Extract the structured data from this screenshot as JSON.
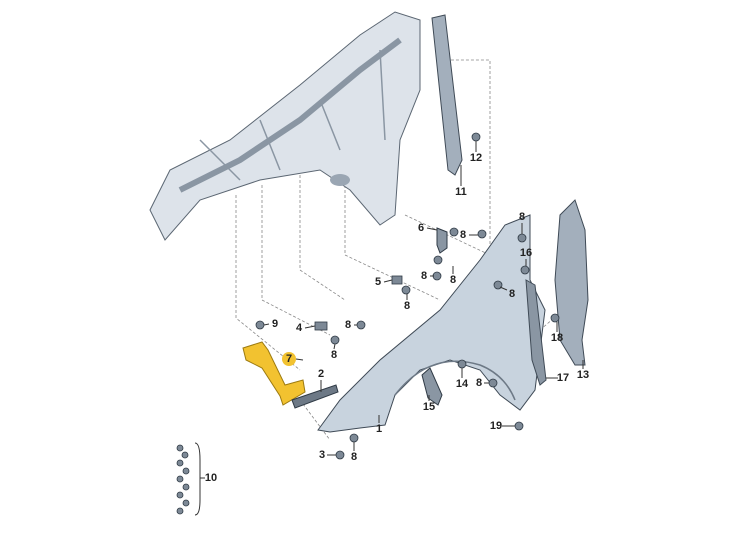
{
  "diagram": {
    "type": "exploded parts diagram",
    "highlight_color": "#f2c230",
    "part_color": "#c8d3de",
    "callouts": {
      "p11": "11",
      "p12": "12",
      "p6": "6",
      "p8a": "8",
      "p8b": "8",
      "p8c": "8",
      "p5": "5",
      "p8d": "8",
      "p8e": "8",
      "p16": "16",
      "p8f": "8",
      "p9": "9",
      "p4": "4",
      "p8g": "8",
      "p8h": "8",
      "p7": "7",
      "p2": "2",
      "p18": "18",
      "p17": "17",
      "p13": "13",
      "p14": "14",
      "p8i": "8",
      "p15": "15",
      "p1": "1",
      "p19": "19",
      "p3": "3",
      "p8j": "8",
      "p10": "10"
    }
  }
}
